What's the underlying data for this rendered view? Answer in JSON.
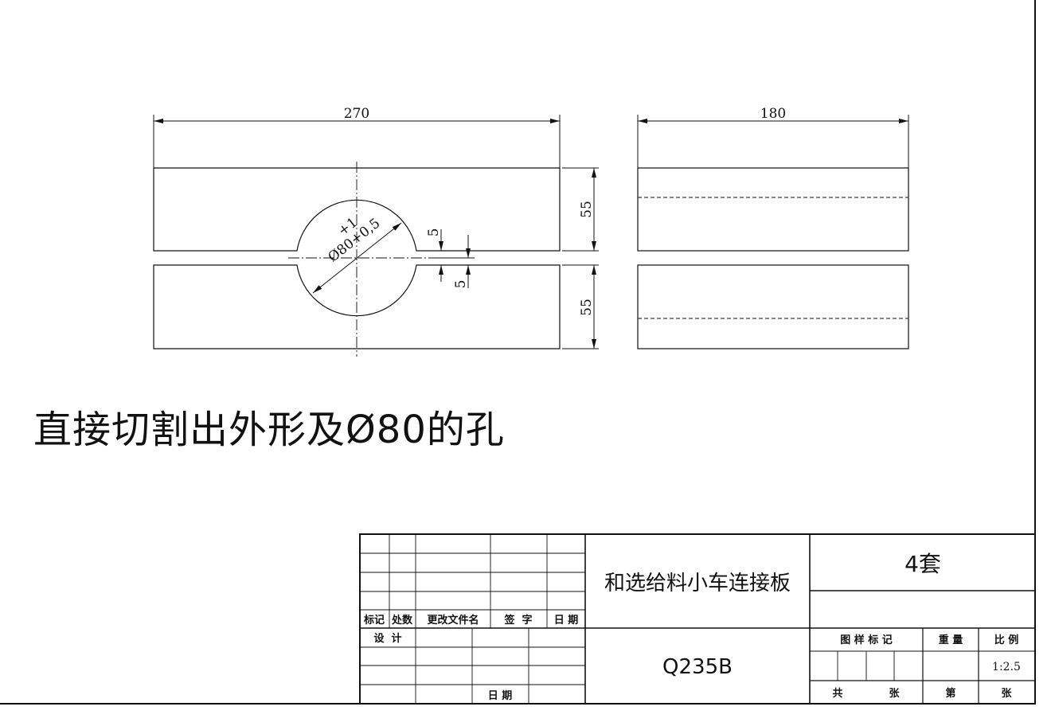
{
  "drawing": {
    "dimensions": {
      "front_width": "270",
      "side_width": "180",
      "upper_height": "55",
      "lower_height": "55",
      "hole_tolerance": "+1",
      "hole_diameter": "Ø80+0,5",
      "gap_upper": "5",
      "gap_lower": "5"
    },
    "note": "直接切割出外形及Ø80的孔"
  },
  "title_block": {
    "headers": {
      "mark": "标记",
      "count": "处数",
      "change_doc": "更改文件名",
      "signature": "签  字",
      "date": "日 期"
    },
    "design": "设  计",
    "date2": "日 期",
    "part_name": "和选给料小车连接板",
    "material": "Q235B",
    "quantity": "4套",
    "drawing_mark": "图 样 标 记",
    "weight": "重 量",
    "scale_label": "比 例",
    "scale_value": "1:2.5",
    "total": "共",
    "sheets1": "张",
    "sheet_no": "第",
    "sheets2": "张"
  }
}
